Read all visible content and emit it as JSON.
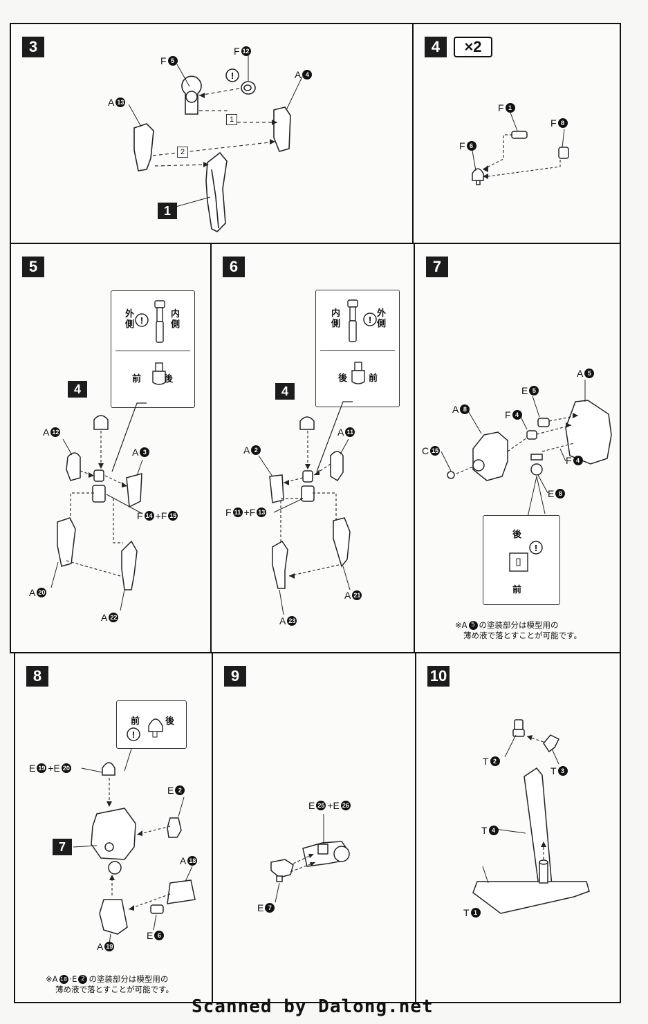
{
  "panels": {
    "p3": {
      "step": "3",
      "labels": {
        "f5": "F",
        "f12": "F",
        "a13": "A",
        "a4": "A",
        "sub1": "1",
        "route1": "1",
        "route2": "2"
      },
      "nums": {
        "f5": "5",
        "f12": "12",
        "a13": "13",
        "a4": "4"
      }
    },
    "p4": {
      "step": "4",
      "multiplier": "×2",
      "labels": {
        "f1": "F",
        "f8": "F",
        "f6": "F"
      },
      "nums": {
        "f1": "1",
        "f8": "8",
        "f6": "6"
      }
    },
    "p5": {
      "step": "5",
      "sub": "4",
      "inset": {
        "outer": "外\n側",
        "inner": "内\n側",
        "front": "前",
        "back": "後"
      },
      "labels": {
        "a12": "A",
        "a3": "A",
        "f14": "F",
        "plus": "+F",
        "a20": "A",
        "a22": "A"
      },
      "nums": {
        "a12": "12",
        "a3": "3",
        "f14": "14",
        "f15": "15",
        "a20": "20",
        "a22": "22"
      }
    },
    "p6": {
      "step": "6",
      "sub": "4",
      "inset": {
        "inner": "内\n側",
        "outer": "外\n側",
        "back": "後",
        "front": "前"
      },
      "labels": {
        "a2": "A",
        "a11": "A",
        "f11": "F",
        "plus": "+F",
        "a23": "A",
        "a21": "A"
      },
      "nums": {
        "a2": "2",
        "a11": "11",
        "f11": "11",
        "f13": "13",
        "a23": "23",
        "a21": "21"
      }
    },
    "p7": {
      "step": "7",
      "inset": {
        "back": "後",
        "front": "前"
      },
      "labels": {
        "e5": "E",
        "a5": "A",
        "a8": "A",
        "f4a": "F",
        "f4b": "F",
        "c15": "C",
        "e8": "E"
      },
      "nums": {
        "e5": "5",
        "a5": "5",
        "a8": "8",
        "f4a": "4",
        "f4b": "4",
        "c15": "15",
        "e8": "8"
      },
      "note_prefix": "※A",
      "note_num": "5",
      "note_line1": "の塗装部分は模型用の",
      "note_line2": "薄め液で落とすことが可能です。"
    },
    "p8": {
      "step": "8",
      "sub": "7",
      "inset": {
        "front": "前",
        "back": "後"
      },
      "labels": {
        "e19": "E",
        "plus": "+E",
        "e2": "E",
        "a18": "A",
        "e6": "E",
        "a19": "A"
      },
      "nums": {
        "e19": "19",
        "e20": "20",
        "e2": "2",
        "a18": "18",
        "e6": "6",
        "a19": "19"
      },
      "note_prefix": "※A",
      "note_num1": "18",
      "note_mid": "·E",
      "note_num2": "2",
      "note_line1": "の塗装部分は模型用の",
      "note_line2": "薄め液で落とすことが可能です。"
    },
    "p9": {
      "step": "9",
      "labels": {
        "e25": "E",
        "plus": "+E",
        "e7": "E"
      },
      "nums": {
        "e25": "25",
        "e26": "26",
        "e7": "7"
      }
    },
    "p10": {
      "step": "10",
      "labels": {
        "t2": "T",
        "t3": "T",
        "t4": "T",
        "t1": "T"
      },
      "nums": {
        "t2": "2",
        "t3": "3",
        "t4": "4",
        "t1": "1"
      }
    }
  },
  "footer": "Scanned by Dalong.net"
}
